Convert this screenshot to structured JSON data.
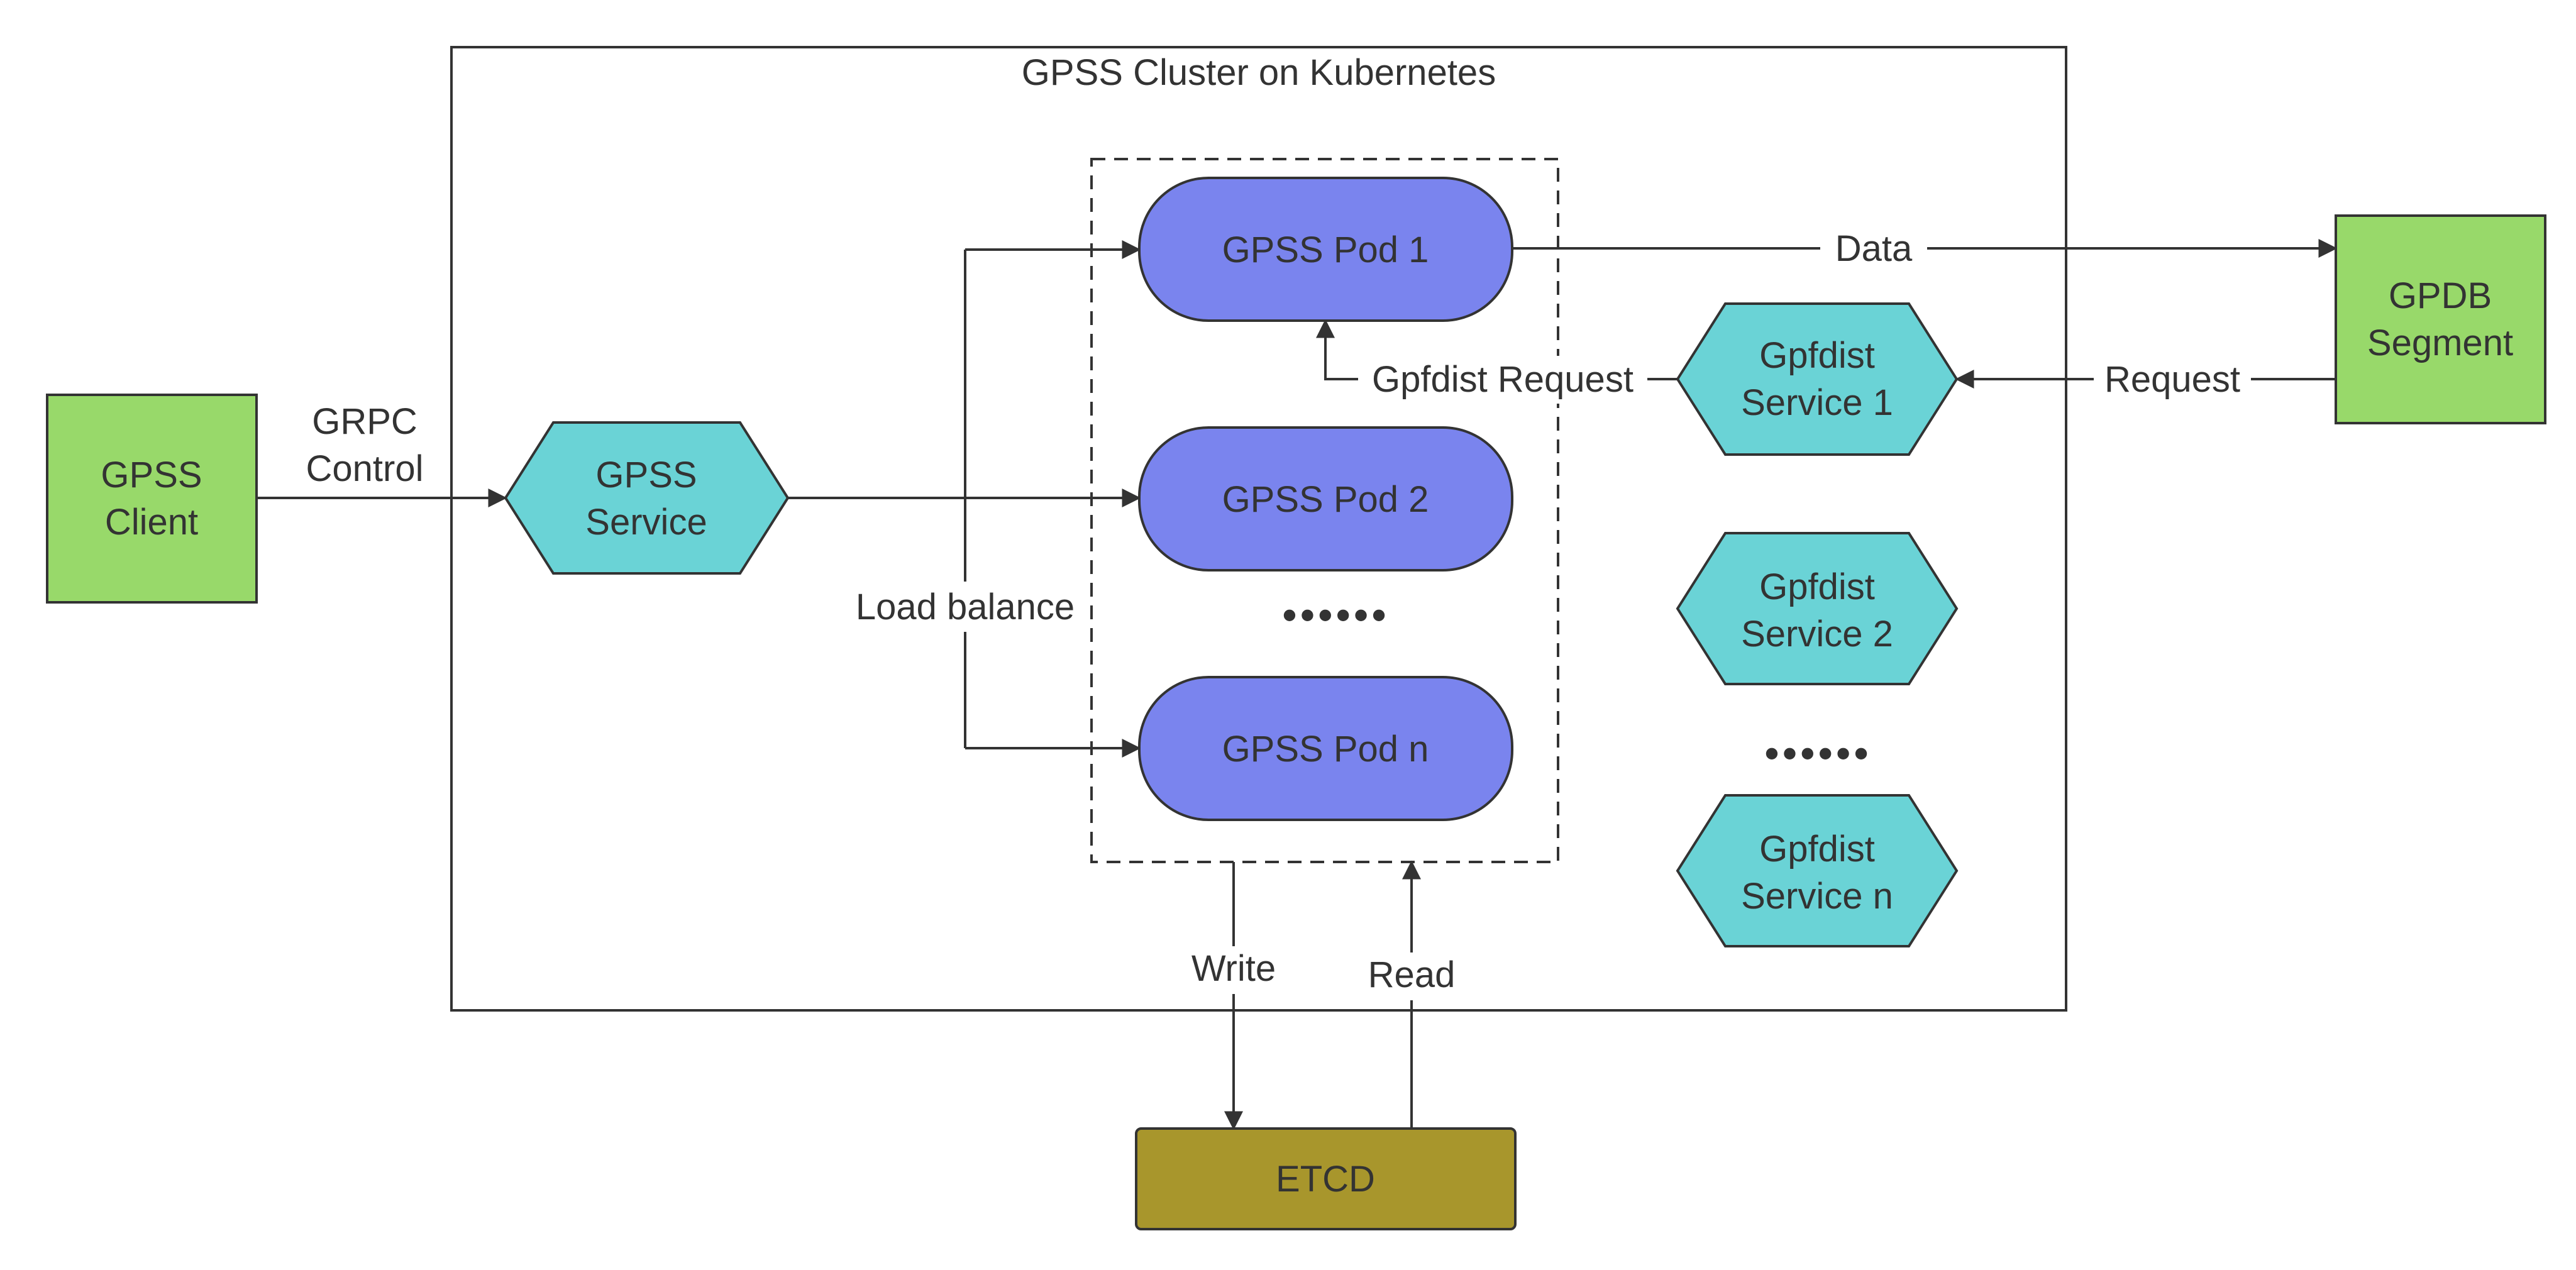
{
  "title": "GPSS Cluster on Kubernetes",
  "colors": {
    "green": "#98d96a",
    "cyan": "#6ad3d6",
    "purple": "#7a84ee",
    "olive": "#a8962c",
    "stroke": "#333333",
    "text": "#333333"
  },
  "nodes": {
    "client": {
      "line1": "GPSS",
      "line2": "Client"
    },
    "gpss_service": {
      "line1": "GPSS",
      "line2": "Service"
    },
    "pod1": {
      "label": "GPSS Pod 1"
    },
    "pod2": {
      "label": "GPSS Pod 2"
    },
    "podn": {
      "label": "GPSS Pod n"
    },
    "pods_ellipsis": "••••••",
    "gpfdist1": {
      "line1": "Gpfdist",
      "line2": "Service 1"
    },
    "gpfdist2": {
      "line1": "Gpfdist",
      "line2": "Service 2"
    },
    "gpfdistn": {
      "line1": "Gpfdist",
      "line2": "Service n"
    },
    "gpfdist_ellipsis": "••••••",
    "gpdb": {
      "line1": "GPDB",
      "line2": "Segment"
    },
    "etcd": {
      "label": "ETCD"
    }
  },
  "edges": {
    "grpc": {
      "line1": "GRPC",
      "line2": "Control"
    },
    "load_balance": "Load balance",
    "data": "Data",
    "gpfdist_request": "Gpfdist Request",
    "request": "Request",
    "write": "Write",
    "read": "Read"
  }
}
